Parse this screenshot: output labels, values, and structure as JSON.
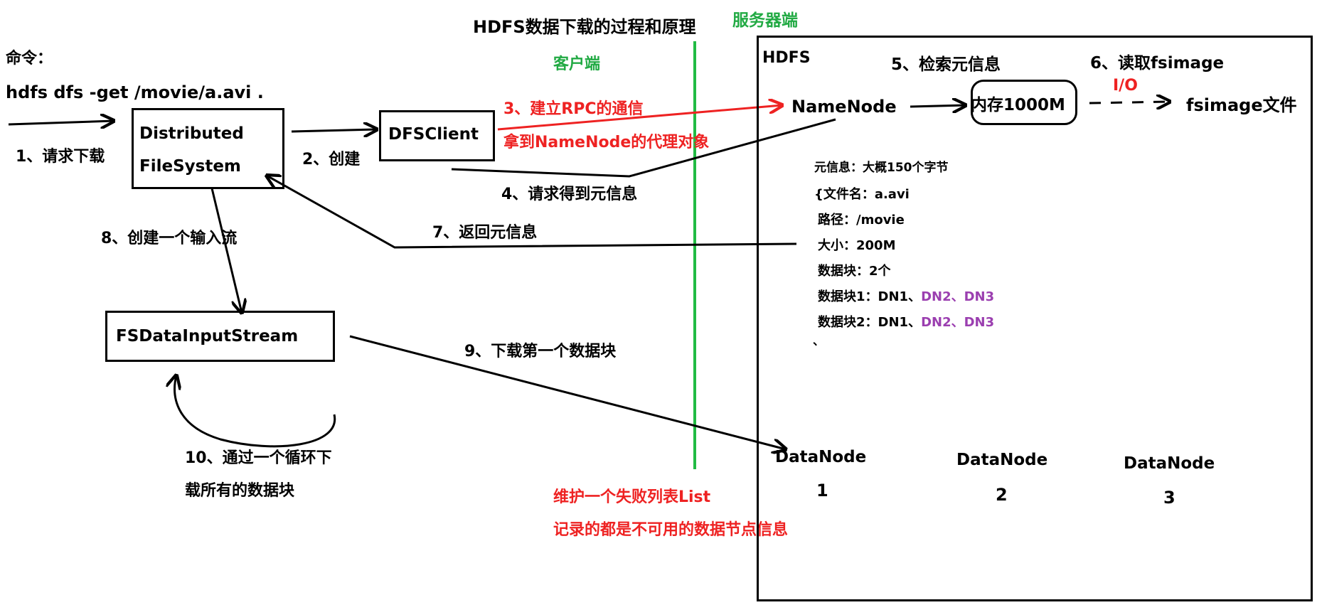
{
  "title": "HDFS数据下载的过程和原理",
  "zones": {
    "client": "客户端",
    "server": "服务器端"
  },
  "command": {
    "label": "命令：",
    "text": "hdfs dfs -get /movie/a.avi ."
  },
  "nodes": {
    "dfs": [
      "Distributed",
      "FileSystem"
    ],
    "dfsclient": "DFSClient",
    "fsdis": "FSDataInputStream",
    "hdfs": "HDFS",
    "namenode": "NameNode",
    "memory": "内存1000M",
    "fsimage": "fsimage文件",
    "datanodes": [
      {
        "name": "DataNode",
        "num": "1"
      },
      {
        "name": "DataNode",
        "num": "2"
      },
      {
        "name": "DataNode",
        "num": "3"
      }
    ]
  },
  "steps": {
    "s1": "1、请求下载",
    "s2": "2、创建",
    "s3a": "3、建立RPC的通信",
    "s3b": "拿到NameNode的代理对象",
    "s4": "4、请求得到元信息",
    "s5": "5、检索元信息",
    "s6": "6、读取fsimage",
    "io": "I/O",
    "s7": "7、返回元信息",
    "s8": "8、创建一个输入流",
    "s9": "9、下载第一个数据块",
    "s10a": "10、通过一个循环下",
    "s10b": "载所有的数据块"
  },
  "metadata": {
    "size_note": "元信息：大概150个字节",
    "filename": "{文件名：a.avi",
    "path": "路径：/movie",
    "filesize": "大小：200M",
    "blocks": "数据块：2个",
    "block1": {
      "label": "数据块1：DN1、",
      "replicas": "DN2、DN3"
    },
    "block2": {
      "label": "数据块2：DN1、",
      "replicas": "DN2、DN3"
    },
    "tail": "、"
  },
  "failure_note": {
    "line1": "维护一个失败列表List",
    "line2": "记录的都是不可用的数据节点信息"
  },
  "colors": {
    "red": "#ee2222",
    "green": "#22aa44",
    "purple": "#9b3fb0",
    "black": "#000000"
  }
}
